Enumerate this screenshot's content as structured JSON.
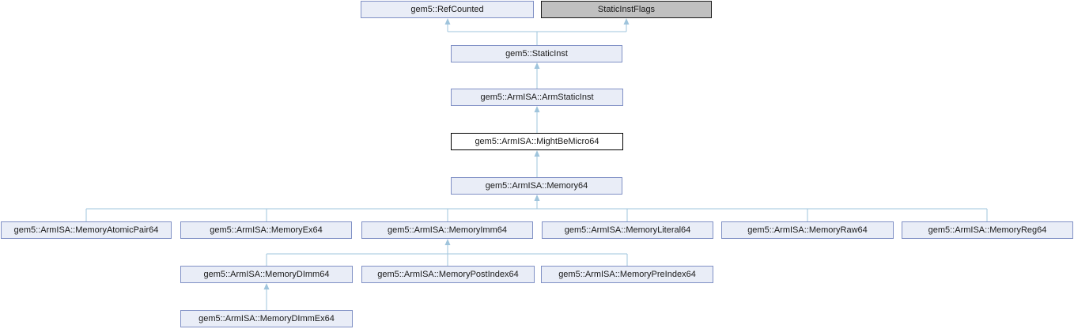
{
  "diagram_type": "class-inheritance-graph",
  "colors": {
    "background": "#ffffff",
    "node_fill": "#e9edf7",
    "node_border": "#8090c5",
    "focal_node_fill": "#ffffff",
    "focal_node_border": "#000000",
    "external_node_fill": "#c0c0c0",
    "external_node_border": "#1a1a1a",
    "edge": "#9fc4dc",
    "text": "#1a1a1a"
  },
  "nodes": [
    {
      "label": "gem5::RefCounted",
      "style": "default"
    },
    {
      "label": "StaticInstFlags",
      "style": "external"
    },
    {
      "label": "gem5::StaticInst",
      "style": "default"
    },
    {
      "label": "gem5::ArmISA::ArmStaticInst",
      "style": "default"
    },
    {
      "label": "gem5::ArmISA::MightBeMicro64",
      "style": "focal"
    },
    {
      "label": "gem5::ArmISA::Memory64",
      "style": "default"
    },
    {
      "label": "gem5::ArmISA::MemoryAtomicPair64",
      "style": "default"
    },
    {
      "label": "gem5::ArmISA::MemoryEx64",
      "style": "default"
    },
    {
      "label": "gem5::ArmISA::MemoryImm64",
      "style": "default"
    },
    {
      "label": "gem5::ArmISA::MemoryLiteral64",
      "style": "default"
    },
    {
      "label": "gem5::ArmISA::MemoryRaw64",
      "style": "default"
    },
    {
      "label": "gem5::ArmISA::MemoryReg64",
      "style": "default"
    },
    {
      "label": "gem5::ArmISA::MemoryDImm64",
      "style": "default"
    },
    {
      "label": "gem5::ArmISA::MemoryPostIndex64",
      "style": "default"
    },
    {
      "label": "gem5::ArmISA::MemoryPreIndex64",
      "style": "default"
    },
    {
      "label": "gem5::ArmISA::MemoryDImmEx64",
      "style": "default"
    }
  ],
  "edges": [
    {
      "derived": "gem5::StaticInst",
      "base": "gem5::RefCounted"
    },
    {
      "derived": "gem5::StaticInst",
      "base": "StaticInstFlags"
    },
    {
      "derived": "gem5::ArmISA::ArmStaticInst",
      "base": "gem5::StaticInst"
    },
    {
      "derived": "gem5::ArmISA::MightBeMicro64",
      "base": "gem5::ArmISA::ArmStaticInst"
    },
    {
      "derived": "gem5::ArmISA::Memory64",
      "base": "gem5::ArmISA::MightBeMicro64"
    },
    {
      "derived": "gem5::ArmISA::MemoryAtomicPair64",
      "base": "gem5::ArmISA::Memory64"
    },
    {
      "derived": "gem5::ArmISA::MemoryEx64",
      "base": "gem5::ArmISA::Memory64"
    },
    {
      "derived": "gem5::ArmISA::MemoryImm64",
      "base": "gem5::ArmISA::Memory64"
    },
    {
      "derived": "gem5::ArmISA::MemoryLiteral64",
      "base": "gem5::ArmISA::Memory64"
    },
    {
      "derived": "gem5::ArmISA::MemoryRaw64",
      "base": "gem5::ArmISA::Memory64"
    },
    {
      "derived": "gem5::ArmISA::MemoryReg64",
      "base": "gem5::ArmISA::Memory64"
    },
    {
      "derived": "gem5::ArmISA::MemoryDImm64",
      "base": "gem5::ArmISA::MemoryImm64"
    },
    {
      "derived": "gem5::ArmISA::MemoryPostIndex64",
      "base": "gem5::ArmISA::MemoryImm64"
    },
    {
      "derived": "gem5::ArmISA::MemoryPreIndex64",
      "base": "gem5::ArmISA::MemoryImm64"
    },
    {
      "derived": "gem5::ArmISA::MemoryDImmEx64",
      "base": "gem5::ArmISA::MemoryDImm64"
    }
  ]
}
